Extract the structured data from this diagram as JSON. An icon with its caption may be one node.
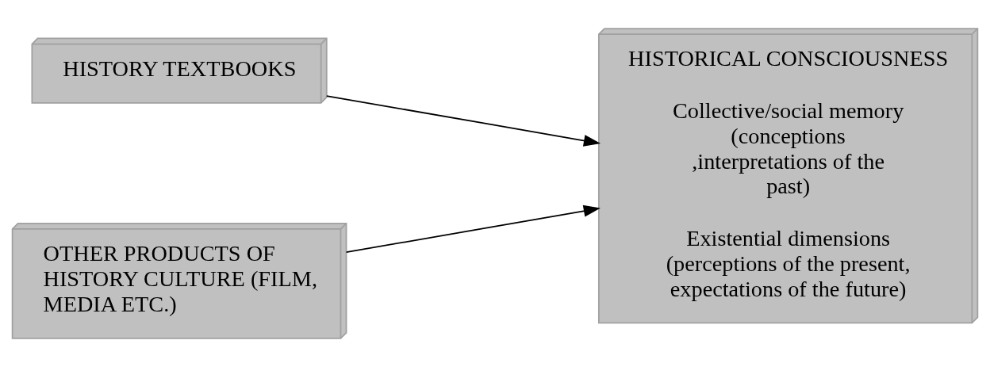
{
  "diagram": {
    "nodes": [
      {
        "text": [
          "HISTORY TEXTBOOKS"
        ]
      },
      {
        "text": [
          "OTHER PRODUCTS OF HISTORY CULTURE (FILM, MEDIA ETC.)"
        ]
      },
      {
        "text": [
          "HISTORICAL CONSCIOUSNESS",
          "Collective/social memory (conceptions ,interpretations of the past)",
          "Existential dimensions (perceptions of the present, expectations of the future)"
        ]
      }
    ],
    "edges": [
      {
        "from": 0,
        "to": 2,
        "arrow": "to"
      },
      {
        "from": 1,
        "to": 2,
        "arrow": "to"
      }
    ]
  }
}
